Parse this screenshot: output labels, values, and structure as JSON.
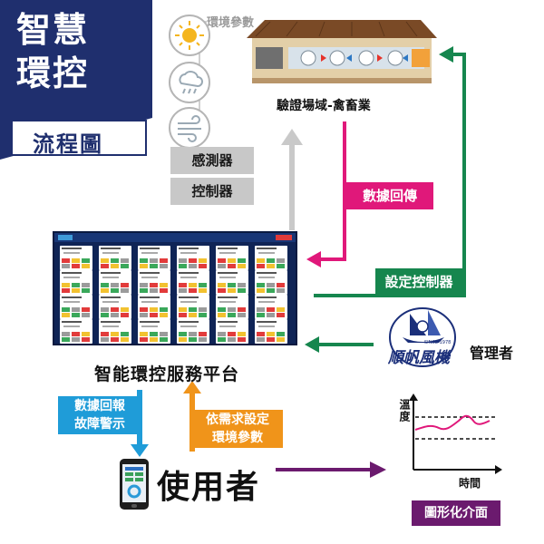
{
  "title": {
    "line1": "智慧",
    "line2": "環控",
    "subtitle": "流程圖"
  },
  "environment": {
    "label": "環境參數",
    "icons": [
      "sun-icon",
      "rain-cloud-icon",
      "wind-icon"
    ]
  },
  "devices": {
    "sensor": "感測器",
    "controller": "控制器"
  },
  "farm": {
    "label": "驗證場域-禽畜業"
  },
  "flows": {
    "data_return": "數據回傳",
    "set_controller": "設定控制器",
    "report_line1": "數據回報",
    "report_line2": "故障警示",
    "set_param_line1": "依需求設定",
    "set_param_line2": "環境參數"
  },
  "platform": {
    "label": "智能環控服務平台"
  },
  "manager": {
    "label": "管理者"
  },
  "logo": {
    "brand": "順帆風機",
    "since": "SINCE 1978"
  },
  "user": {
    "label": "使用者"
  },
  "chart": {
    "ylabel": "溫度",
    "xlabel": "時間",
    "caption": "圖形化介面"
  },
  "colors": {
    "navy": "#1f2f6e",
    "magenta": "#e0187a",
    "green": "#16864e",
    "blue": "#1f9cd8",
    "orange": "#f0941a",
    "purple": "#6b1a6e",
    "gray": "#c8c8c8"
  }
}
